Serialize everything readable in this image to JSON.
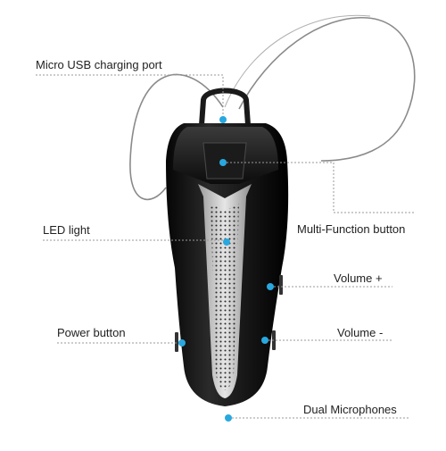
{
  "labels": {
    "usb": "Micro USB  charging port",
    "led": "LED light",
    "power": "Power button",
    "mfb": "Multi-Function button",
    "vol_up": "Volume +",
    "vol_down": "Volume -",
    "mics": "Dual Microphones"
  },
  "colors": {
    "callout_dot": "#29a8e0",
    "leader_line": "#999999",
    "body": "#111111",
    "panel": "#c9c9c9"
  }
}
